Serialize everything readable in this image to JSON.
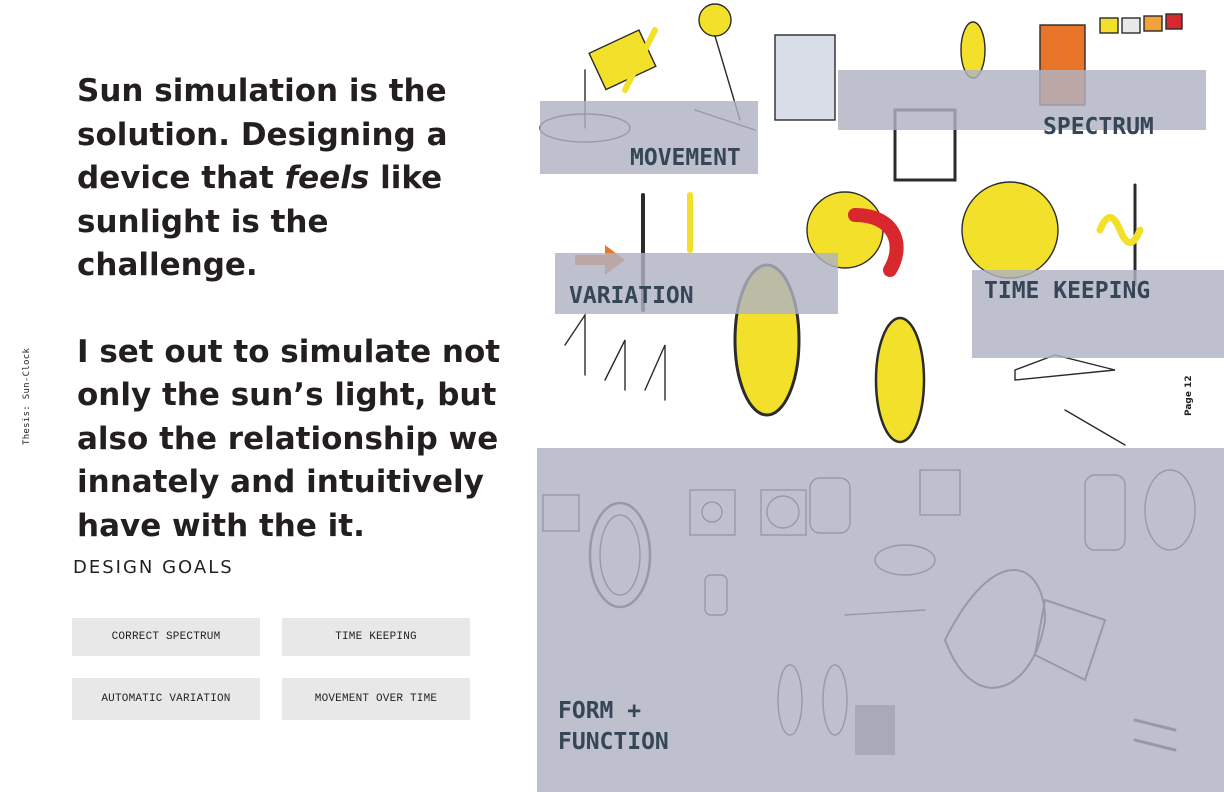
{
  "sidebar": {
    "label": "Thesis: Sun-Clock"
  },
  "intro": {
    "p1_before": "Sun simulation is the solution. Designing a device that ",
    "p1_emphasis": "feels",
    "p1_after": " like sunlight is the challenge.",
    "p2": "I set out to simulate not only the sun’s light, but also the relationship we innately and intuitively have with the it."
  },
  "design_goals": {
    "heading": "DESIGN GOALS",
    "items": [
      "CORRECT SPECTRUM",
      "TIME KEEPING",
      "AUTOMATIC VARIATION",
      "MOVEMENT OVER TIME"
    ]
  },
  "sketch_labels": {
    "movement": "MOVEMENT",
    "spectrum": "SPECTRUM",
    "variation": "VARIATION",
    "time_keeping": "TIME KEEPING",
    "form_function_line1": "FORM +",
    "form_function_line2": "FUNCTION"
  },
  "page_number": "Page 12",
  "colors": {
    "band": "#b0b2c2",
    "band_text": "#354656",
    "sketch_yellow": "#f2e02a",
    "sketch_orange": "#e8752a",
    "sketch_red": "#d8272d",
    "button_bg": "#e8e8e9"
  },
  "icons": [
    "sun-lamp-sketch",
    "color-swatch-sketch",
    "arrow-sketch",
    "wall-device-sketch"
  ]
}
